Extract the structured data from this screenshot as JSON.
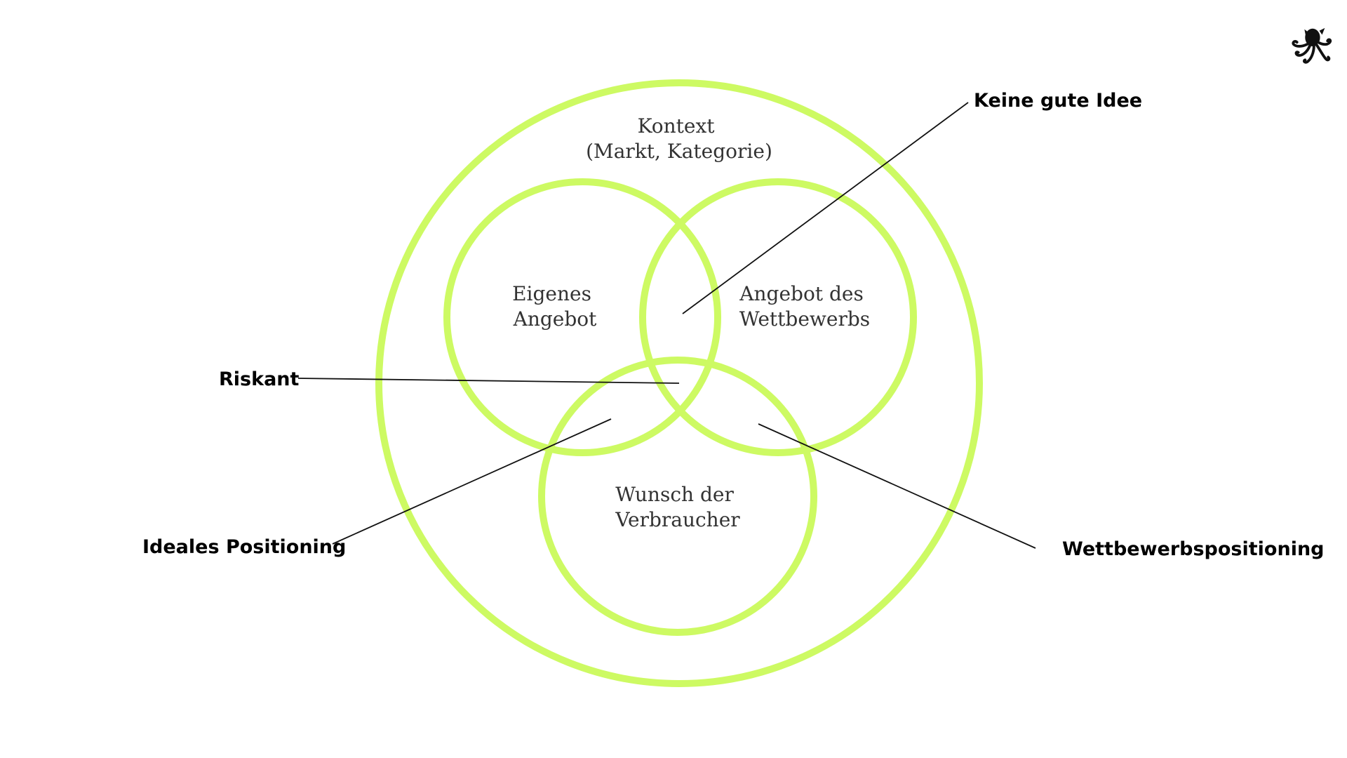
{
  "colors": {
    "circle_stroke": "#cdfa63",
    "leader_line": "#111111",
    "circle_text": "#333333",
    "callout_text": "#000000"
  },
  "circles": {
    "context": {
      "line1": "Kontext",
      "line2": "(Markt, Kategorie)"
    },
    "own_offer": {
      "line1": "Eigenes",
      "line2": "Angebot"
    },
    "competitor_offer": {
      "line1": "Angebot des",
      "line2": "Wettbewerbs"
    },
    "consumer_wish": {
      "line1": "Wunsch der",
      "line2": "Verbraucher"
    }
  },
  "callouts": {
    "bad_idea": "Keine gute Idee",
    "risky": "Riskant",
    "ideal_positioning": "Ideales Positioning",
    "competitor_positioning": "Wettbewerbspositioning"
  },
  "logo": {
    "icon": "octopus-icon"
  }
}
